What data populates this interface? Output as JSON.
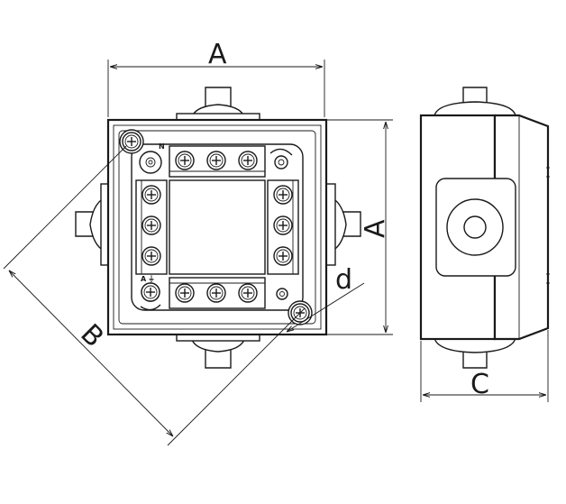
{
  "dimensions": {
    "top_width": "A",
    "right_height": "A",
    "diagonal": "B",
    "hole": "d",
    "side_depth": "C"
  },
  "terminal_marks": {
    "neutral": "N",
    "live": "A",
    "earth": "⏚"
  }
}
